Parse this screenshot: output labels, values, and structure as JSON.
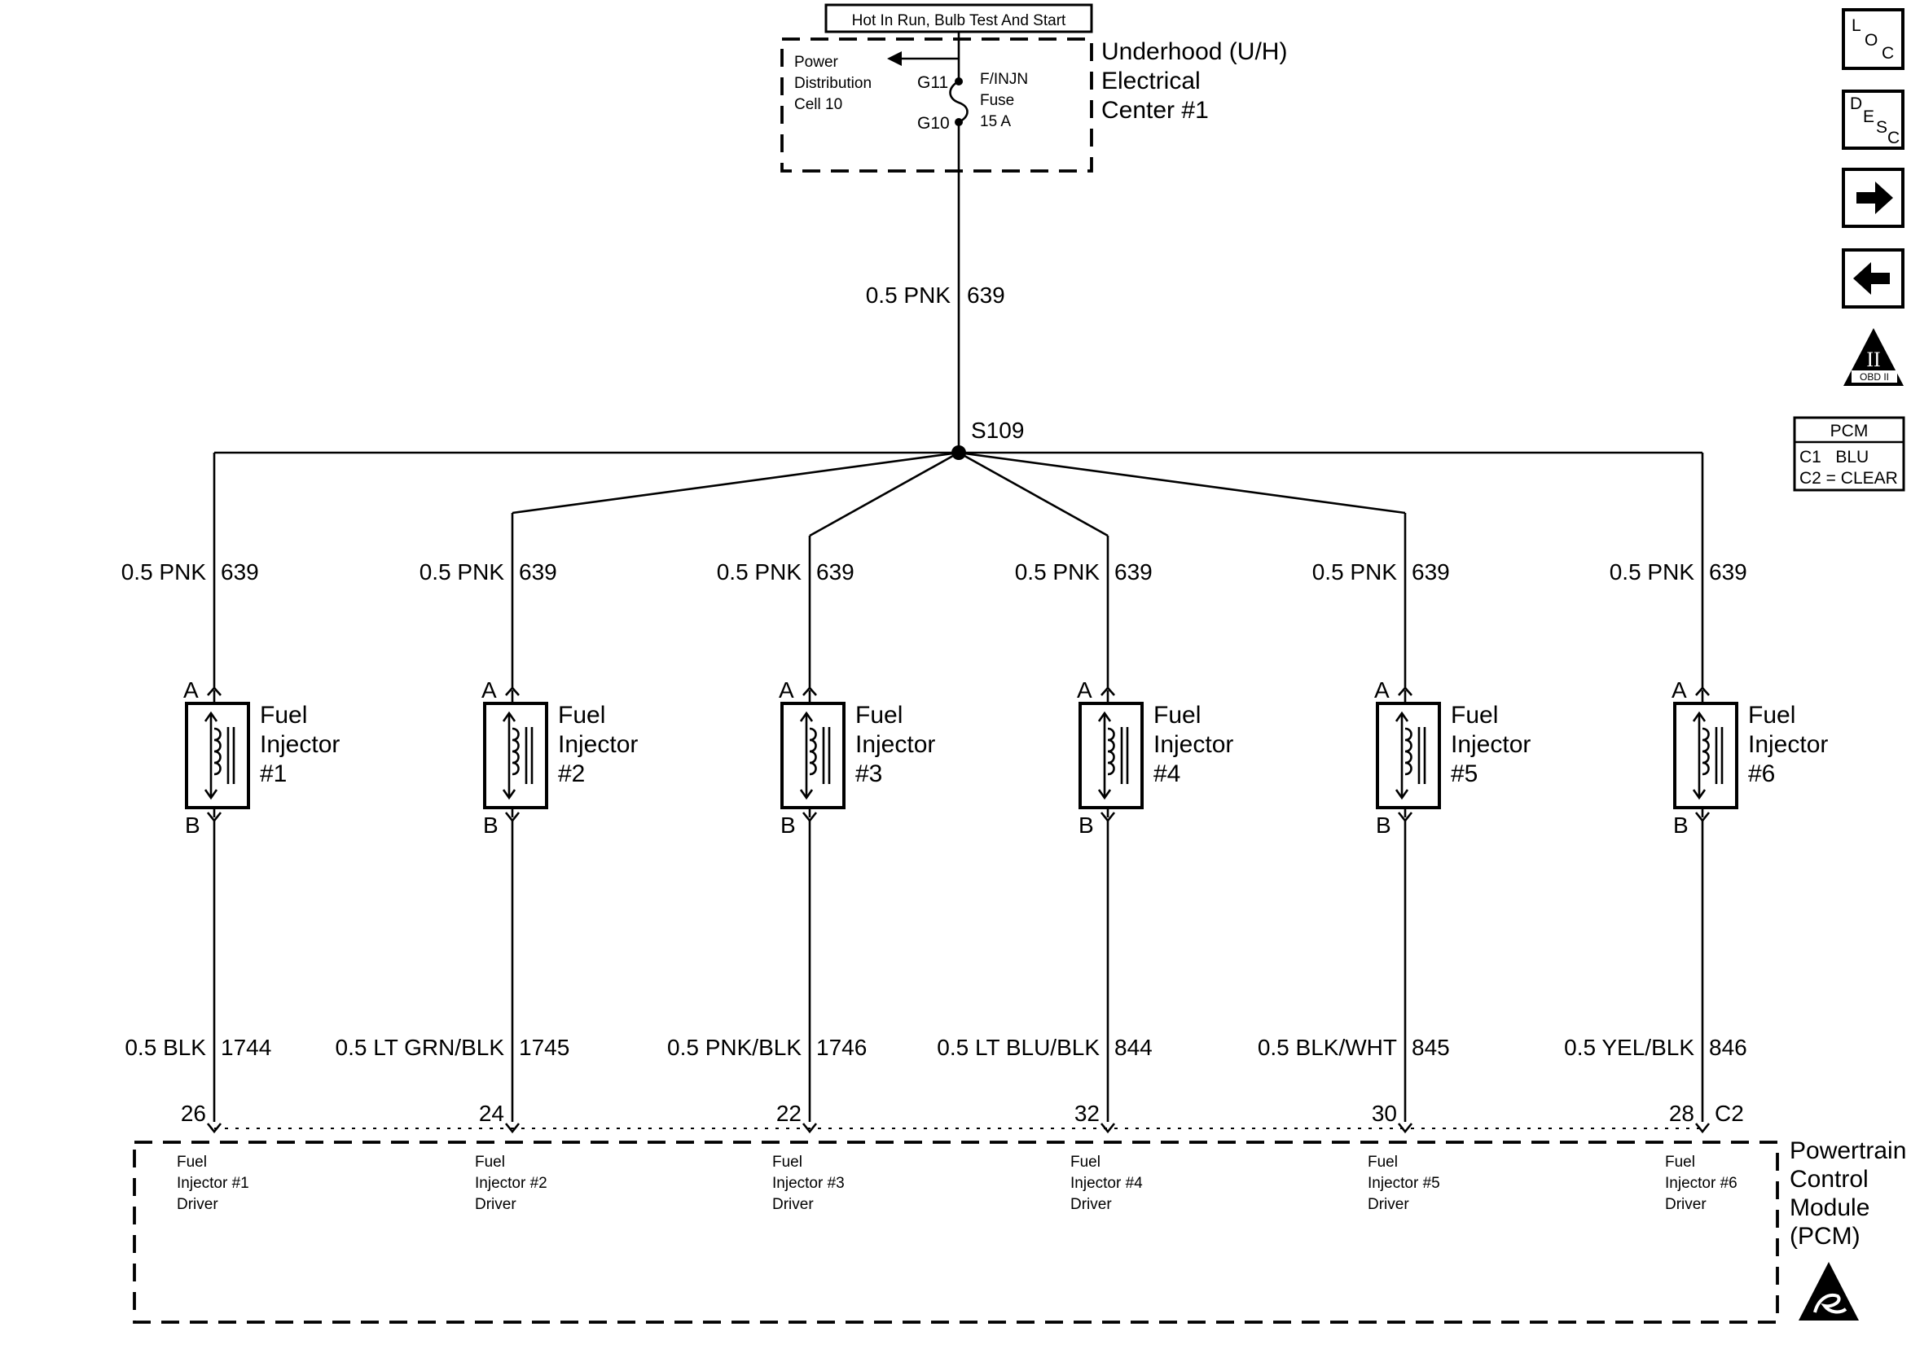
{
  "power": {
    "hot_label": "Hot In Run, Bulb Test And Start",
    "pdc_label": [
      "Power",
      "Distribution",
      "Cell 10"
    ],
    "pin_top": "G11",
    "pin_bottom": "G10",
    "fuse_label": [
      "F/INJN",
      "Fuse",
      "15 A"
    ],
    "center_label": [
      "Underhood (U/H)",
      "Electrical",
      "Center #1"
    ],
    "main_wire": {
      "gauge_color": "0.5 PNK",
      "circuit": "639"
    }
  },
  "splice": {
    "label": "S109"
  },
  "injectors": [
    {
      "label": [
        "Fuel",
        "Injector",
        "#1"
      ],
      "feed_gauge": "0.5 PNK",
      "feed_circuit": "639",
      "pin_a": "A",
      "pin_b": "B",
      "out_gauge": "0.5 BLK",
      "out_circuit": "1744",
      "pcm_pin": "26",
      "driver": [
        "Fuel",
        "Injector #1",
        "Driver"
      ]
    },
    {
      "label": [
        "Fuel",
        "Injector",
        "#2"
      ],
      "feed_gauge": "0.5 PNK",
      "feed_circuit": "639",
      "pin_a": "A",
      "pin_b": "B",
      "out_gauge": "0.5 LT GRN/BLK",
      "out_circuit": "1745",
      "pcm_pin": "24",
      "driver": [
        "Fuel",
        "Injector #2",
        "Driver"
      ]
    },
    {
      "label": [
        "Fuel",
        "Injector",
        "#3"
      ],
      "feed_gauge": "0.5 PNK",
      "feed_circuit": "639",
      "pin_a": "A",
      "pin_b": "B",
      "out_gauge": "0.5 PNK/BLK",
      "out_circuit": "1746",
      "pcm_pin": "22",
      "driver": [
        "Fuel",
        "Injector #3",
        "Driver"
      ]
    },
    {
      "label": [
        "Fuel",
        "Injector",
        "#4"
      ],
      "feed_gauge": "0.5 PNK",
      "feed_circuit": "639",
      "pin_a": "A",
      "pin_b": "B",
      "out_gauge": "0.5 LT BLU/BLK",
      "out_circuit": "844",
      "pcm_pin": "32",
      "driver": [
        "Fuel",
        "Injector #4",
        "Driver"
      ]
    },
    {
      "label": [
        "Fuel",
        "Injector",
        "#5"
      ],
      "feed_gauge": "0.5 PNK",
      "feed_circuit": "639",
      "pin_a": "A",
      "pin_b": "B",
      "out_gauge": "0.5 BLK/WHT",
      "out_circuit": "845",
      "pcm_pin": "30",
      "driver": [
        "Fuel",
        "Injector #5",
        "Driver"
      ]
    },
    {
      "label": [
        "Fuel",
        "Injector",
        "#6"
      ],
      "feed_gauge": "0.5 PNK",
      "feed_circuit": "639",
      "pin_a": "A",
      "pin_b": "B",
      "out_gauge": "0.5 YEL/BLK",
      "out_circuit": "846",
      "pcm_pin": "28",
      "driver": [
        "Fuel",
        "Injector #6",
        "Driver"
      ]
    }
  ],
  "pcm": {
    "connector": "C2",
    "label": [
      "Powertrain",
      "Control",
      "Module",
      "(PCM)"
    ]
  },
  "sidebar": {
    "loc_icon": "L O C",
    "desc_icon": "D E S C",
    "next_icon": "right-arrow",
    "prev_icon": "left-arrow",
    "obd_label": "OBD II",
    "obd_numeral": "II",
    "connector_table": {
      "header": "PCM",
      "rows": [
        "C1   BLU",
        "C2 = CLEAR"
      ]
    }
  }
}
